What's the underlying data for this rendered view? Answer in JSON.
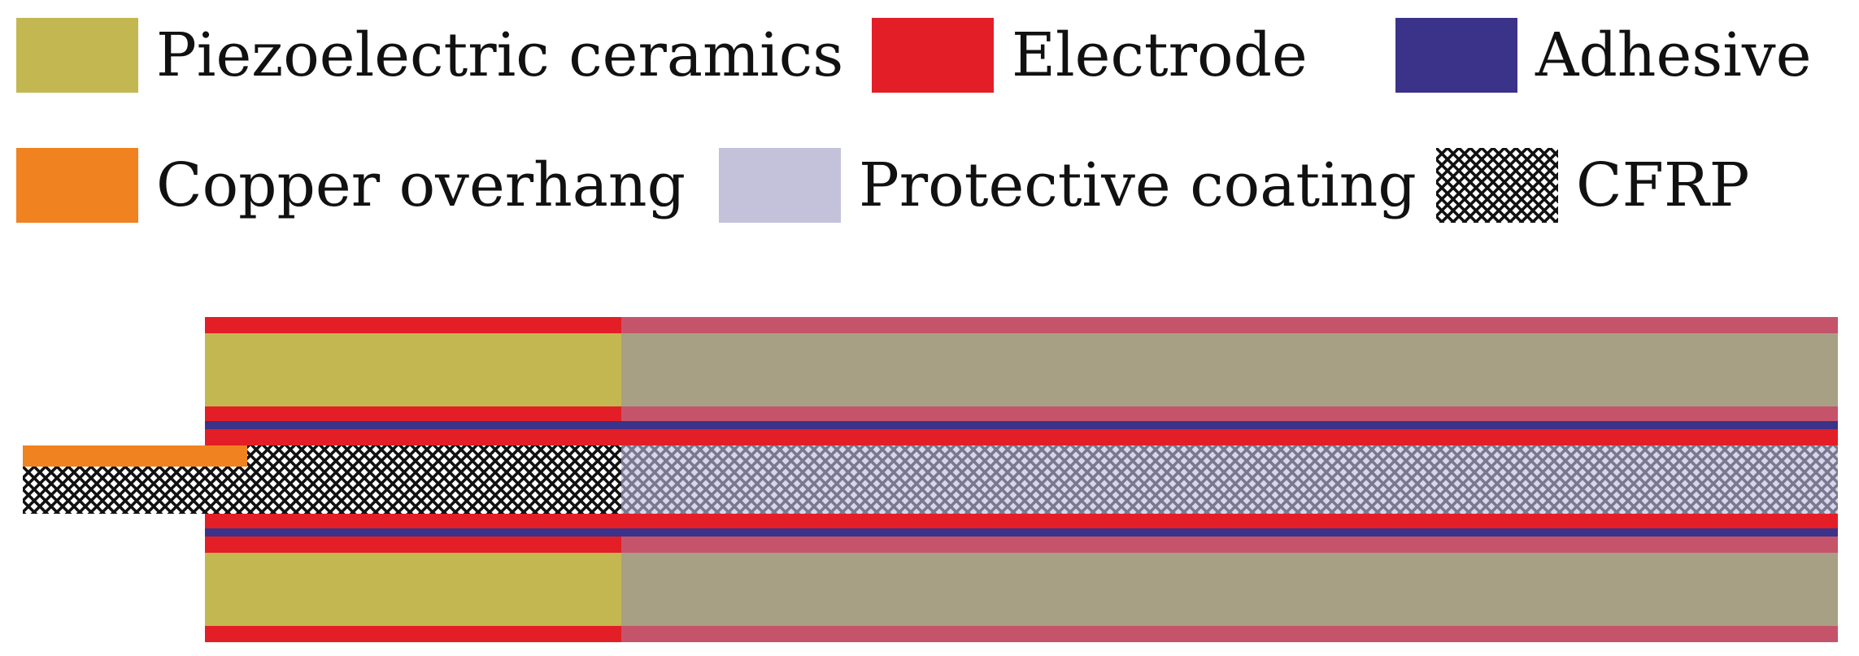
{
  "legend": {
    "items": [
      {
        "label": "Piezoelectric ceramics",
        "color": "#c3b752"
      },
      {
        "label": "Electrode",
        "color": "#e41e26"
      },
      {
        "label": "Adhesive",
        "color": "#3b3289"
      },
      {
        "label": "Copper overhang",
        "color": "#f0821f"
      },
      {
        "label": "Protective coating",
        "color": "#c4c2da"
      },
      {
        "label": "CFRP",
        "color": "pattern"
      }
    ]
  },
  "colors": {
    "piezo": "#c3b752",
    "piezo_coated": "#a8a084",
    "electrode": "#e41e26",
    "electrode_coated": "#c5546a",
    "adhesive": "#3b3289",
    "adhesive_coated": "#3b3289",
    "copper": "#f0821f",
    "coating": "#c4c2da",
    "cfrp_dark": "#111111",
    "cfrp_light": "#ffffff"
  }
}
